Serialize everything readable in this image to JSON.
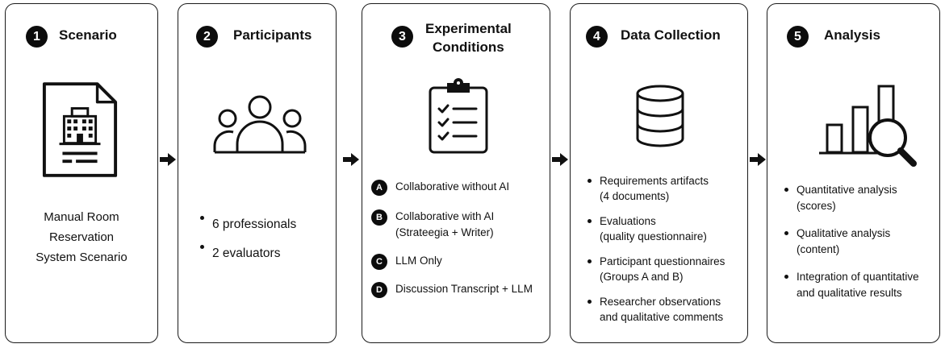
{
  "steps": [
    {
      "number": "1",
      "title": "Scenario",
      "body": {
        "lines": [
          "Manual Room",
          "Reservation",
          "System Scenario"
        ]
      }
    },
    {
      "number": "2",
      "title": "Participants",
      "bullets": [
        "6 professionals",
        "2 evaluators"
      ]
    },
    {
      "number": "3",
      "title_line1": "Experimental",
      "title_line2": "Conditions",
      "conditions": [
        {
          "badge": "A",
          "lines": [
            "Collaborative without AI"
          ]
        },
        {
          "badge": "B",
          "lines": [
            "Collaborative with AI",
            "(Strateegia + Writer)"
          ]
        },
        {
          "badge": "C",
          "lines": [
            "LLM Only"
          ]
        },
        {
          "badge": "D",
          "lines": [
            "Discussion Transcript + LLM"
          ]
        }
      ]
    },
    {
      "number": "4",
      "title": "Data Collection",
      "bullets": [
        {
          "line1": "Requirements artifacts",
          "line2": "(4 documents)"
        },
        {
          "line1": "Evaluations",
          "line2": "(quality questionnaire)"
        },
        {
          "line1": "Participant questionnaires",
          "line2": "(Groups A and B)"
        },
        {
          "line1": "Researcher observations",
          "line2": "and qualitative comments"
        }
      ]
    },
    {
      "number": "5",
      "title": "Analysis",
      "bullets": [
        {
          "line1": "Quantitative analysis",
          "line2": "(scores)"
        },
        {
          "line1": "Qualitative analysis",
          "line2": "(content)"
        },
        {
          "line1": "Integration of quantitative",
          "line2": "and qualitative results"
        }
      ]
    }
  ],
  "icons": [
    "document-building-icon",
    "people-group-icon",
    "clipboard-checklist-icon",
    "database-icon",
    "bar-chart-magnifier-icon"
  ],
  "colors": {
    "ink": "#111111",
    "background": "#ffffff"
  }
}
